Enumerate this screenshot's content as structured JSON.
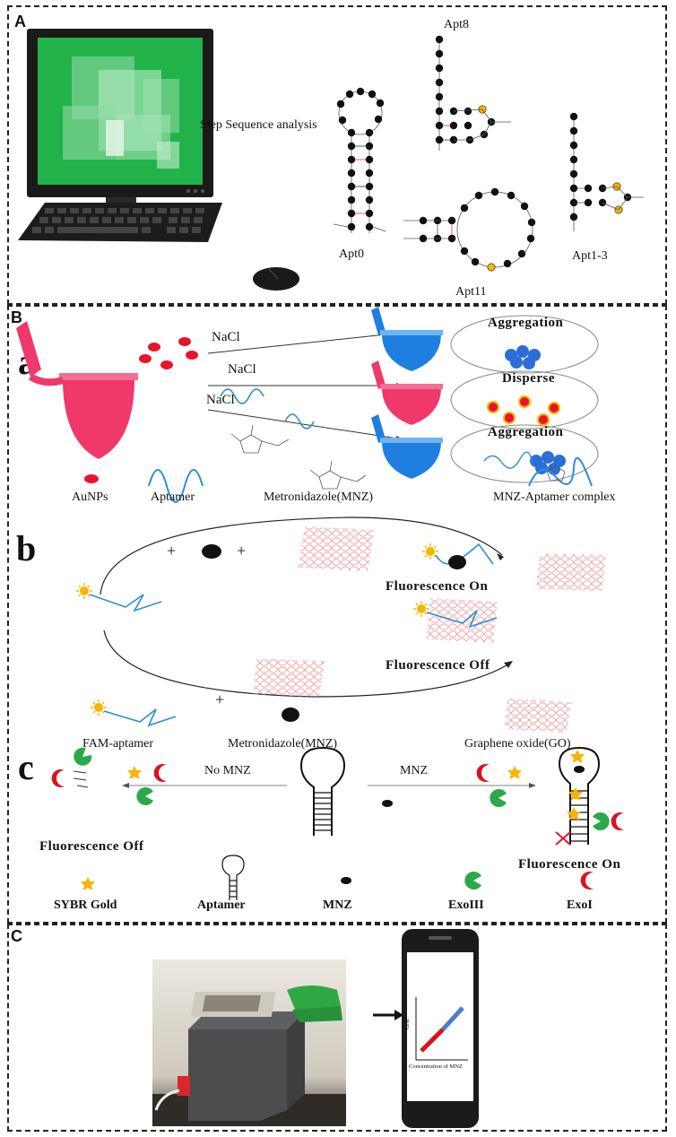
{
  "panels": {
    "a_label": "A",
    "b_label": "B",
    "c_label": "C"
  },
  "panel_a": {
    "analysis": "Step Sequence analysis",
    "apt0": "Apt0",
    "apt8": "Apt8",
    "apt11": "Apt11",
    "apt13": "Apt1-3"
  },
  "panel_b": {
    "a": {
      "letter": "a",
      "nacl": "NaCl",
      "aggregation": "Aggregation",
      "disperse": "Disperse",
      "auNPs": "AuNPs",
      "aptamer": "Aptamer",
      "mnz": "Metronidazole(MNZ)",
      "complex": "MNZ-Aptamer complex"
    },
    "b": {
      "letter": "b",
      "plus": "+",
      "fl_on": "Fluorescence On",
      "fl_off": "Fluorescence Off",
      "fam": "FAM-aptamer",
      "mnz": "Metronidazole(MNZ)",
      "go": "Graphene oxide(GO)"
    },
    "c": {
      "letter": "c",
      "no_mnz": "No MNZ",
      "mnz": "MNZ",
      "fl_off": "Fluorescence Off",
      "fl_on": "Fluorescence On",
      "sybr": "SYBR Gold",
      "aptamer": "Aptamer",
      "mnz_leg": "MNZ",
      "exo3": "ExoIII",
      "exo1": "ExoI"
    }
  },
  "panel_c": {
    "ylabel": "G/R",
    "xlabel": "Concentration of MNZ"
  },
  "colors": {
    "au_red": "#e8142c",
    "tube_pink": "#f0386b",
    "tube_blue": "#1e7fe0",
    "aptamer_blue": "#2b8fd6",
    "star_yellow": "#f7b500",
    "exo_green": "#2aa84a",
    "exo_red": "#d9121f",
    "go_pink": "#f08a8a",
    "screen_green": "#22b24a"
  }
}
